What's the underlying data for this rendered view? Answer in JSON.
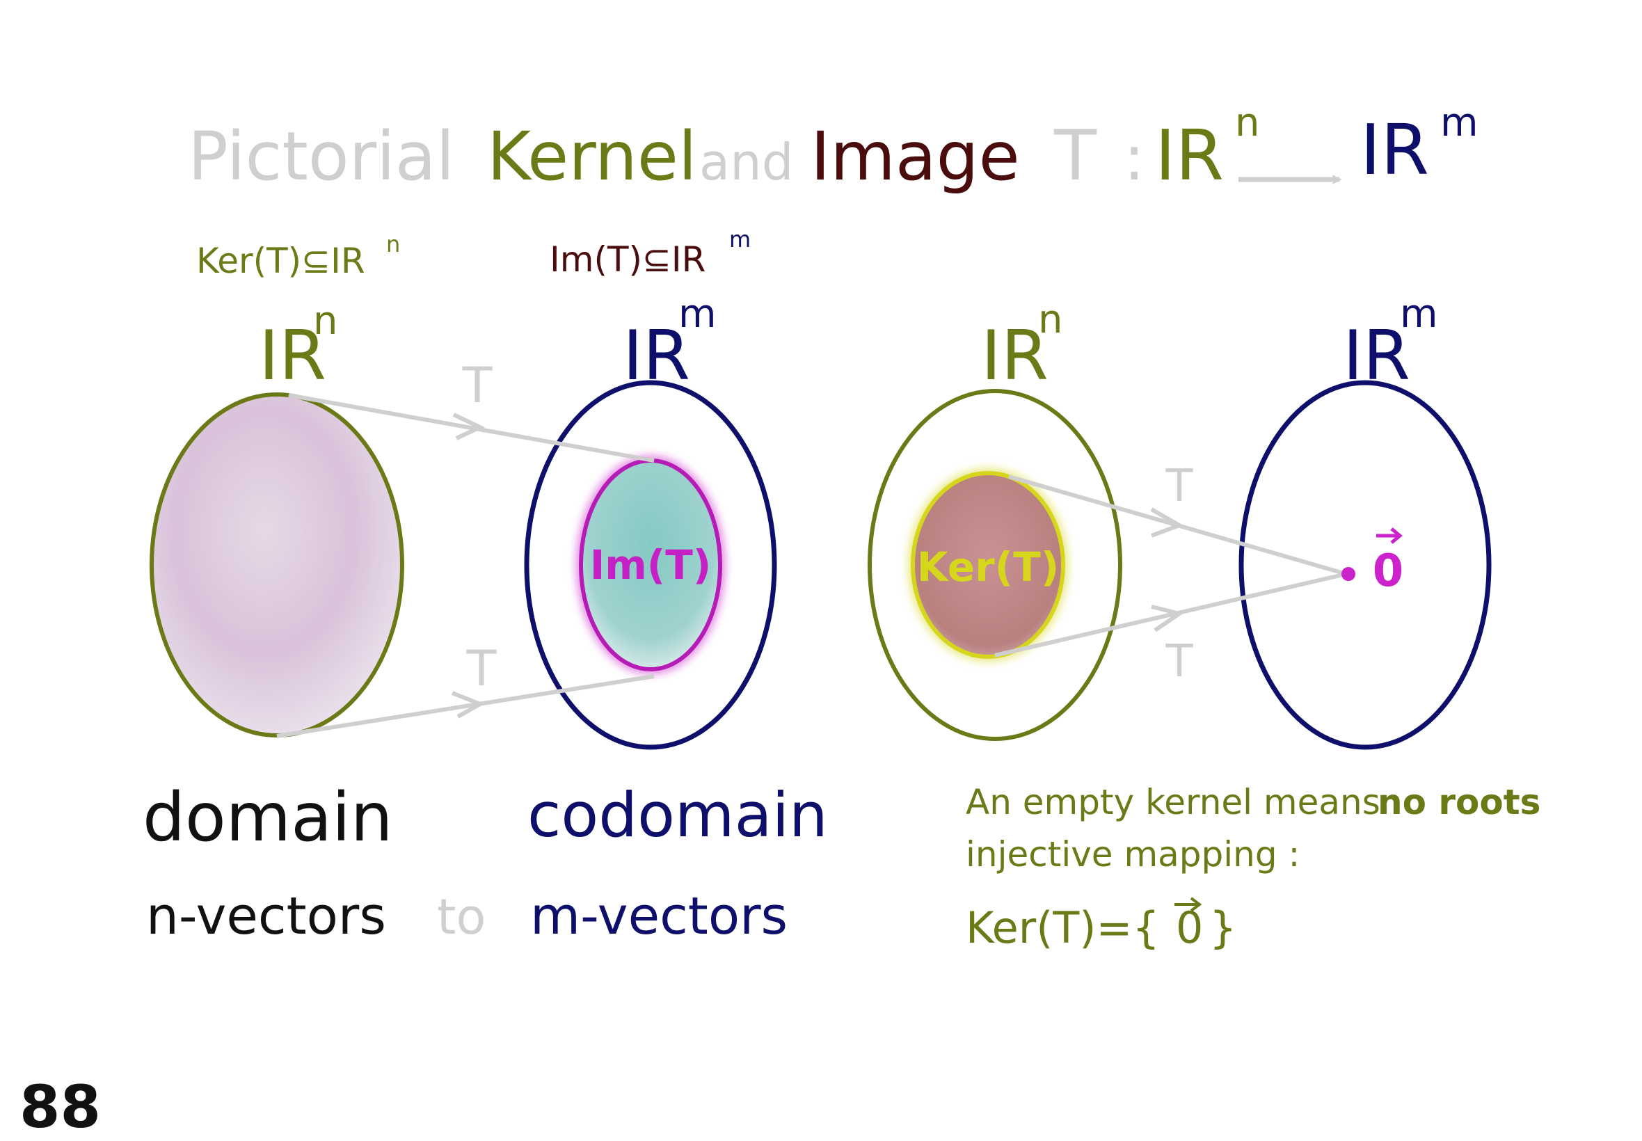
{
  "title": {
    "word_pictorial": "Pictorial",
    "word_kernel": "Kernel",
    "word_and": "and",
    "word_image": "Image",
    "map_T": "T",
    "map_colon": ":",
    "map_domain_base": "IR",
    "map_domain_sup": "n",
    "map_codomain_base": "IR",
    "map_codomain_sup": "m"
  },
  "left_diagram": {
    "ker_subset_label": "Ker(T)⊆IR",
    "ker_subset_sup": "n",
    "im_subset_label": "Im(T)⊆IR",
    "im_subset_sup": "m",
    "domain_space_base": "IR",
    "domain_space_sup": "n",
    "codomain_space_base": "IR",
    "codomain_space_sup": "m",
    "arrow_top_label": "T",
    "arrow_bottom_label": "T",
    "image_region_label": "Im(T)",
    "domain_caption": "domain",
    "codomain_caption": "codomain",
    "n_vectors": "n-vectors",
    "to_word": "to",
    "m_vectors": "m-vectors"
  },
  "right_diagram": {
    "domain_space_base": "IR",
    "domain_space_sup": "n",
    "codomain_space_base": "IR",
    "codomain_space_sup": "m",
    "arrow_top_label": "T",
    "arrow_bottom_label": "T",
    "kernel_region_label": "Ker(T)",
    "zero_vector_label": "0",
    "note_line1_a": "An empty kernel means",
    "note_line1_b": "no roots",
    "note_line2": "injective mapping :",
    "note_line3_a": "Ker(T)={",
    "note_line3_zero": "0",
    "note_line3_b": "}"
  },
  "page_number": "88",
  "colors": {
    "gray": "#cfcfcf",
    "green": "#6b7a16",
    "navy": "#0d0f6a",
    "maroon": "#4a0c0c",
    "magenta": "#cc22cc",
    "yellow": "#d6d61c",
    "black": "#111111"
  }
}
